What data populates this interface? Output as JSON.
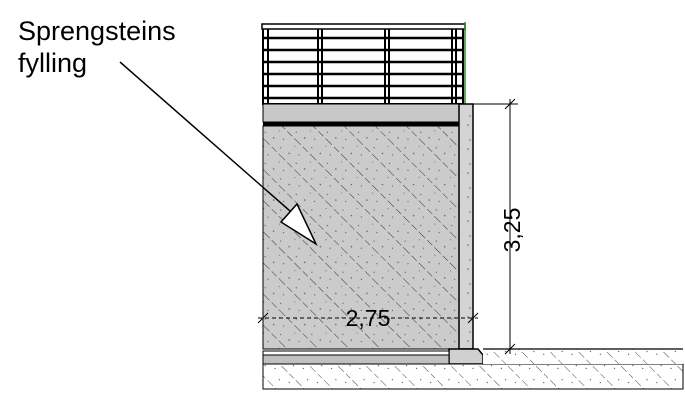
{
  "annotations": {
    "fill_label_line1": "Sprengsteins",
    "fill_label_line2": "fylling"
  },
  "dimensions": {
    "height_label": "3,25",
    "width_label": "2,75"
  },
  "colors": {
    "line": "#000000",
    "fill_gray": "#c8c8c8",
    "wall_gray": "#d0d0d0",
    "background": "#ffffff",
    "accent_green": "#2e8b2e"
  }
}
